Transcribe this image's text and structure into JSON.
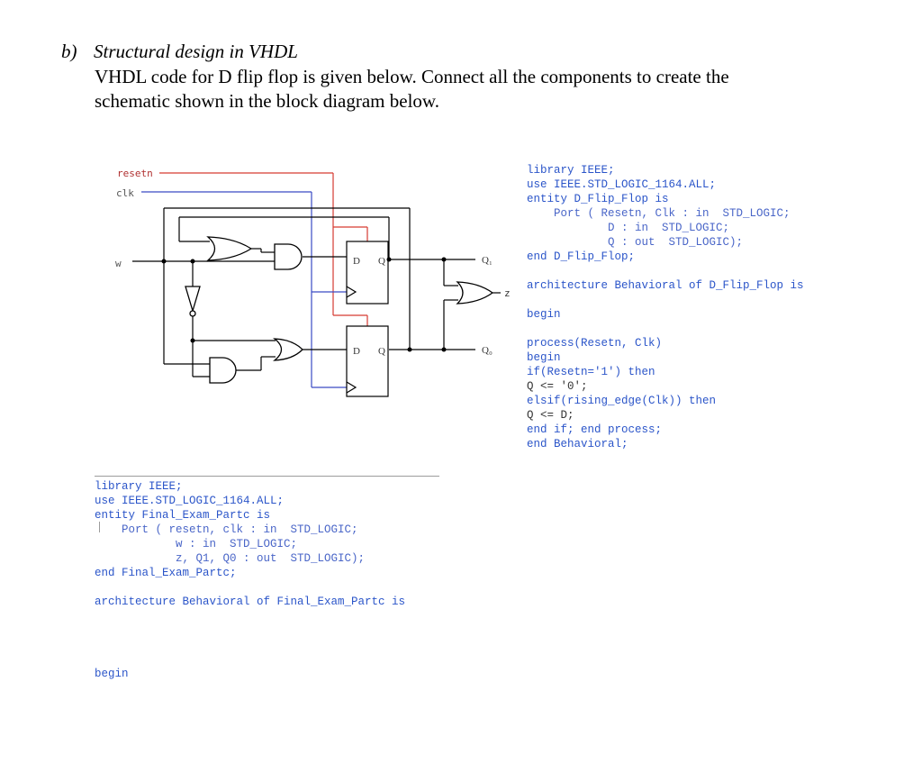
{
  "question": {
    "label": "b)",
    "title": "Structural design in VHDL",
    "lines": [
      "VHDL code for D flip flop is given below. Connect all the components to create the",
      "schematic shown in the block diagram below."
    ]
  },
  "schematic": {
    "signals": {
      "resetn": "resetn",
      "clk": "clk",
      "w": "w"
    },
    "outputs": {
      "q1": "Q₁",
      "q0": "Q₀",
      "z": "z"
    },
    "ff_pin_d": "D",
    "ff_pin_q": "Q",
    "colors": {
      "resetn_wire": "#d63b32",
      "clk_wire": "#3a4bc4",
      "wire": "#000000",
      "signal_text": "#b03030"
    }
  },
  "dff_code": [
    "library IEEE;",
    "use IEEE.STD_LOGIC_1164.ALL;",
    "entity D_Flip_Flop is",
    "    Port ( Resetn, Clk : in  STD_LOGIC;",
    "            D : in  STD_LOGIC;",
    "            Q : out  STD_LOGIC);",
    "end D_Flip_Flop;",
    "",
    "architecture Behavioral of D_Flip_Flop is",
    "",
    "begin",
    "",
    "process(Resetn, Clk)",
    "begin",
    "if(Resetn='1') then",
    "Q <= '0';",
    "elsif(rising_edge(Clk)) then",
    "Q <= D;",
    "end if; end process;",
    "end Behavioral;"
  ],
  "final_code": [
    "library IEEE;",
    "use IEEE.STD_LOGIC_1164.ALL;",
    "entity Final_Exam_Partc is",
    "    Port ( resetn, clk : in  STD_LOGIC;",
    "            w : in  STD_LOGIC;",
    "            z, Q1, Q0 : out  STD_LOGIC);",
    "end Final_Exam_Partc;",
    "",
    "architecture Behavioral of Final_Exam_Partc is",
    "",
    "",
    "",
    "",
    "begin"
  ]
}
